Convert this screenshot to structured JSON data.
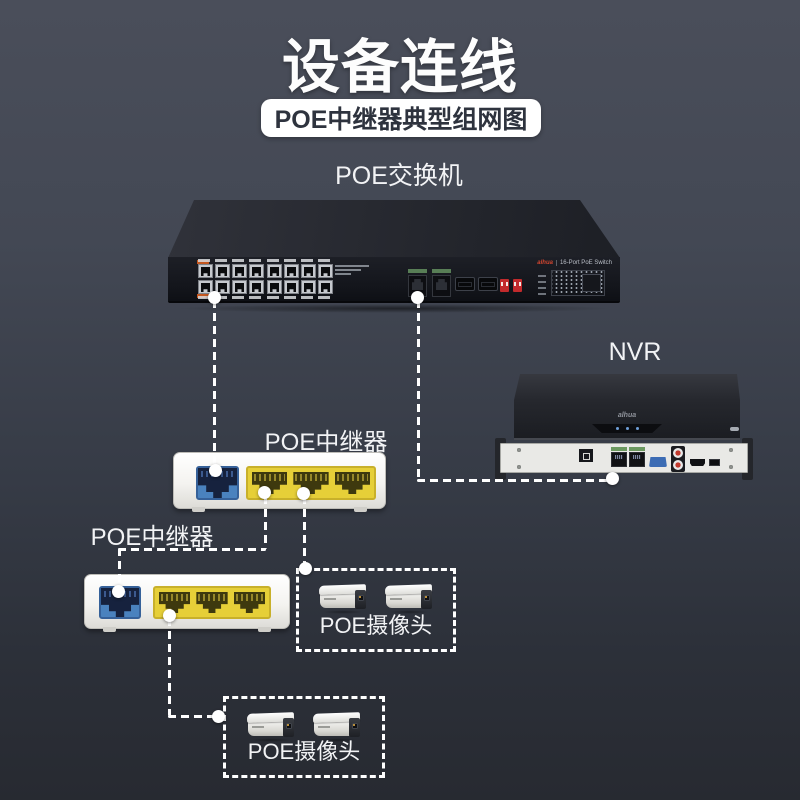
{
  "header": {
    "title": "设备连线",
    "badge": "POE中继器典型组网图"
  },
  "labels": {
    "switch": "POE交换机",
    "nvr": "NVR",
    "repeater_top": "POE中继器",
    "repeater_bottom": "POE中继器",
    "camera_group_right": "POE摄像头",
    "camera_group_bottom": "POE摄像头"
  },
  "devices": {
    "switch": {
      "brand_logo": "alhua",
      "brand_caption": "16-Port PoE Switch"
    },
    "nvr": {
      "brand_logo": "alhua"
    }
  },
  "colors": {
    "background_top": "#4a4e5a",
    "background_bottom": "#272a31",
    "connector": "#ffffff",
    "uplink_port_blue": "#4a82be",
    "poe_port_yellow": "#e6cf38",
    "dahua_red": "#d0452f"
  }
}
